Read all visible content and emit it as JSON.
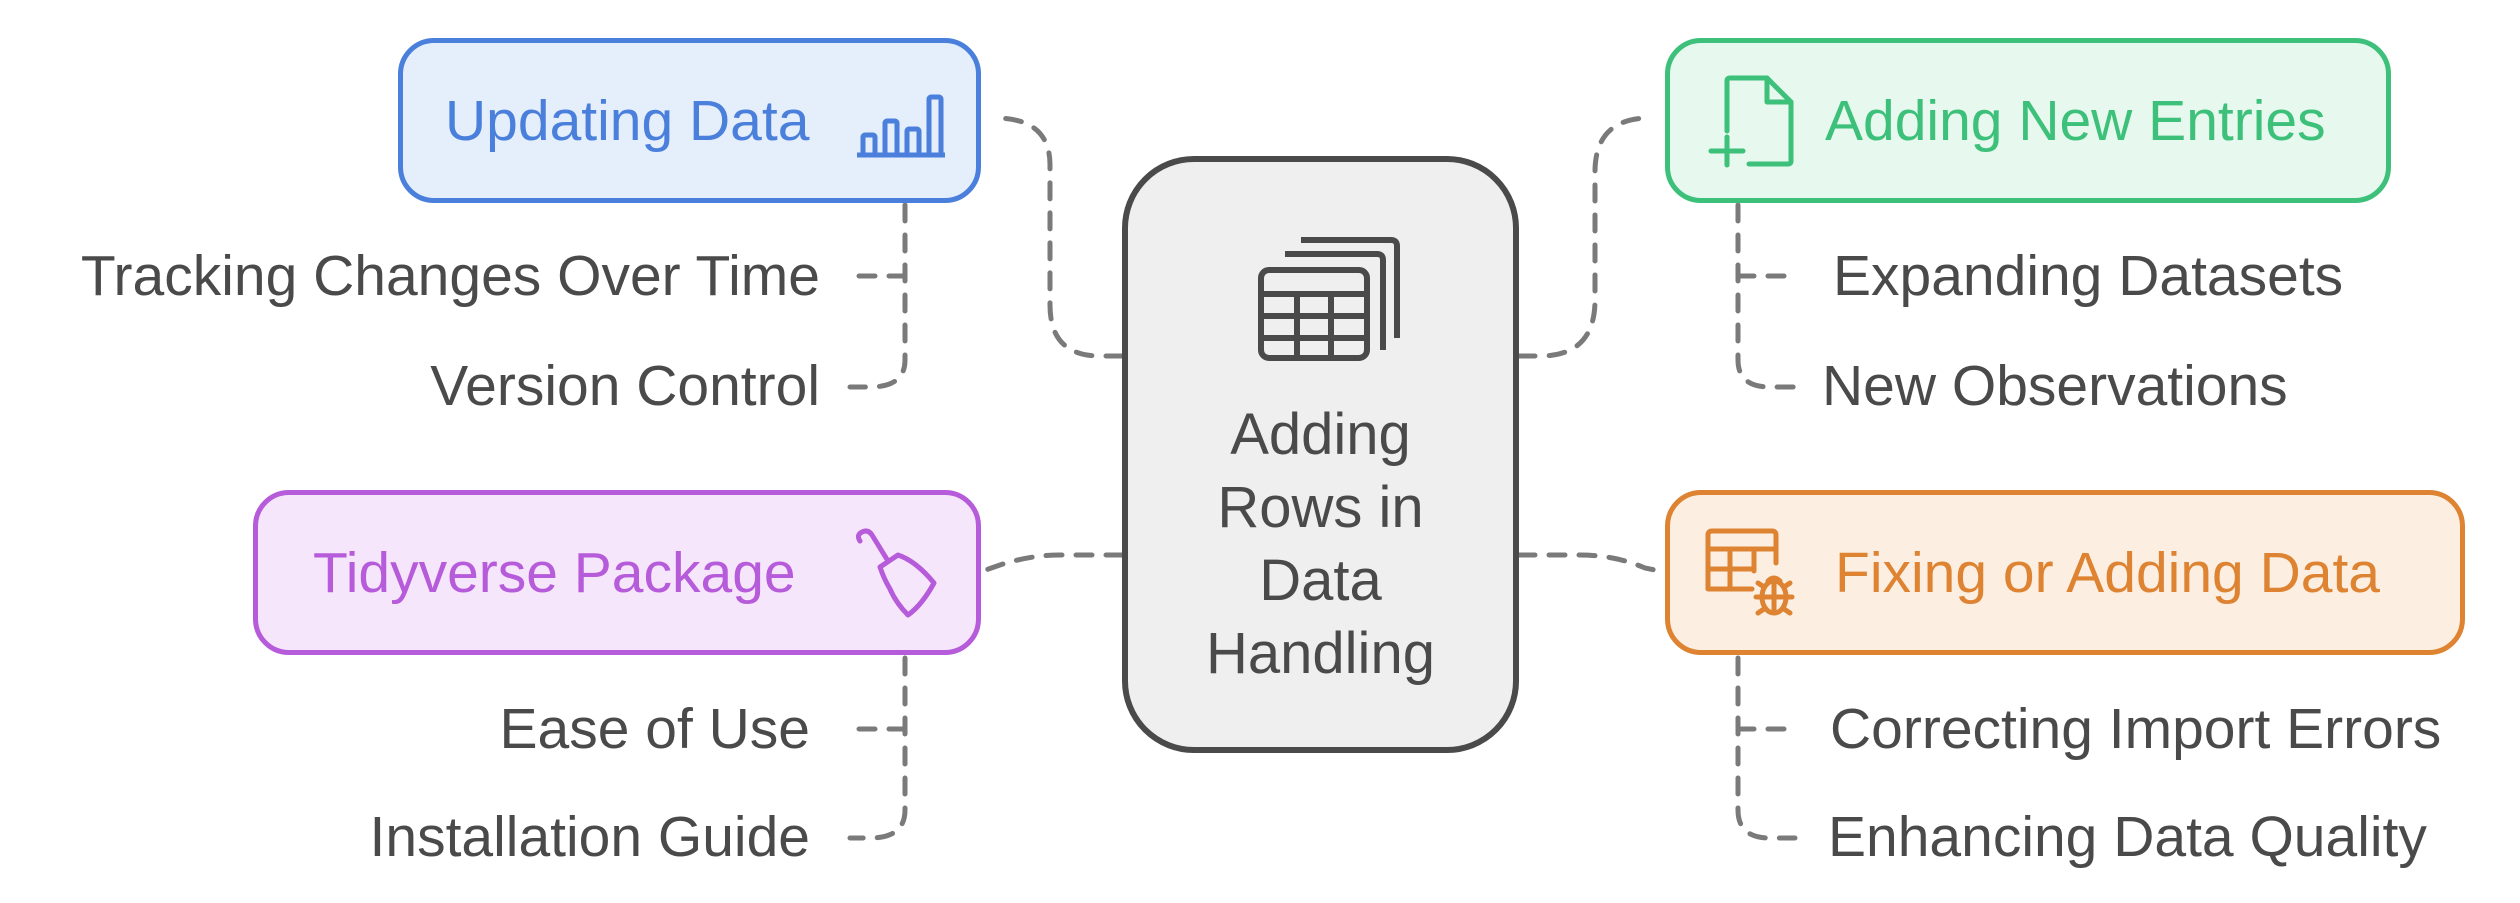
{
  "center": {
    "label_lines": [
      "Adding",
      "Rows in",
      "Data",
      "Handling"
    ],
    "icon": "table-stack-icon"
  },
  "branches": [
    {
      "id": "updating",
      "title": "Updating Data",
      "icon": "bar-chart-icon",
      "color": "#4a7fdb",
      "fill": "#e5eefb",
      "children": [
        "Tracking Changes Over Time",
        "Version Control"
      ]
    },
    {
      "id": "adding",
      "title": "Adding New Entries",
      "icon": "file-plus-icon",
      "color": "#3cc07a",
      "fill": "#e7f8ee",
      "children": [
        "Expanding Datasets",
        "New Observations"
      ]
    },
    {
      "id": "tidyverse",
      "title": "Tidyverse Package",
      "icon": "broom-icon",
      "color": "#b65bd9",
      "fill": "#f6e6fb",
      "children": [
        "Ease of Use",
        "Installation Guide"
      ]
    },
    {
      "id": "fixing",
      "title": "Fixing or Adding Data",
      "icon": "table-bug-icon",
      "color": "#dd8332",
      "fill": "#fcefe2",
      "children": [
        "Correcting Import Errors",
        "Enhancing Data Quality"
      ]
    }
  ],
  "colors": {
    "text": "#4a4a4a",
    "connector": "#7a7a7a",
    "center_border": "#4a4a4a",
    "center_fill": "#efefef"
  }
}
